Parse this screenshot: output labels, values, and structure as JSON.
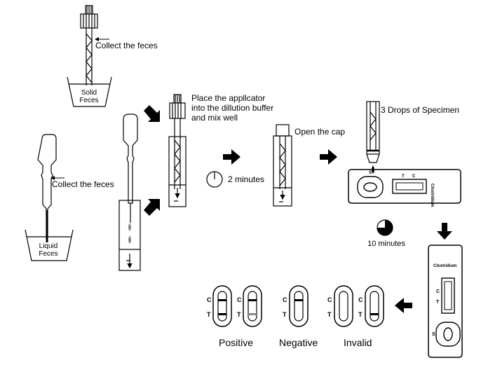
{
  "labels": {
    "collect_solid": "Collect the feces",
    "solid_feces": [
      "Solid",
      "Feces"
    ],
    "collect_liquid": "Collect the feces",
    "liquid_feces": [
      "Liquid",
      "Feces"
    ],
    "place_applicator": [
      "Place the appllcator",
      "into the dillution buffer",
      "and mix well"
    ],
    "two_minutes": "2 minutes",
    "open_cap": "Open the cap",
    "three_drops": "3 Drops of Specimen",
    "ten_minutes": "10 minutes",
    "cassette_brand": "Clostridium",
    "cassette_C": "C",
    "cassette_T": "T",
    "cassette_S": "S"
  },
  "results": {
    "positive": "Positive",
    "negative": "Negative",
    "invalid": "Invalid",
    "strip_C": "C",
    "strip_T": "T"
  },
  "icons": [
    "timer-icon",
    "arrow-right-icon",
    "arrow-down-icon",
    "arrow-left-icon",
    "arrow-diagonal-icon"
  ]
}
